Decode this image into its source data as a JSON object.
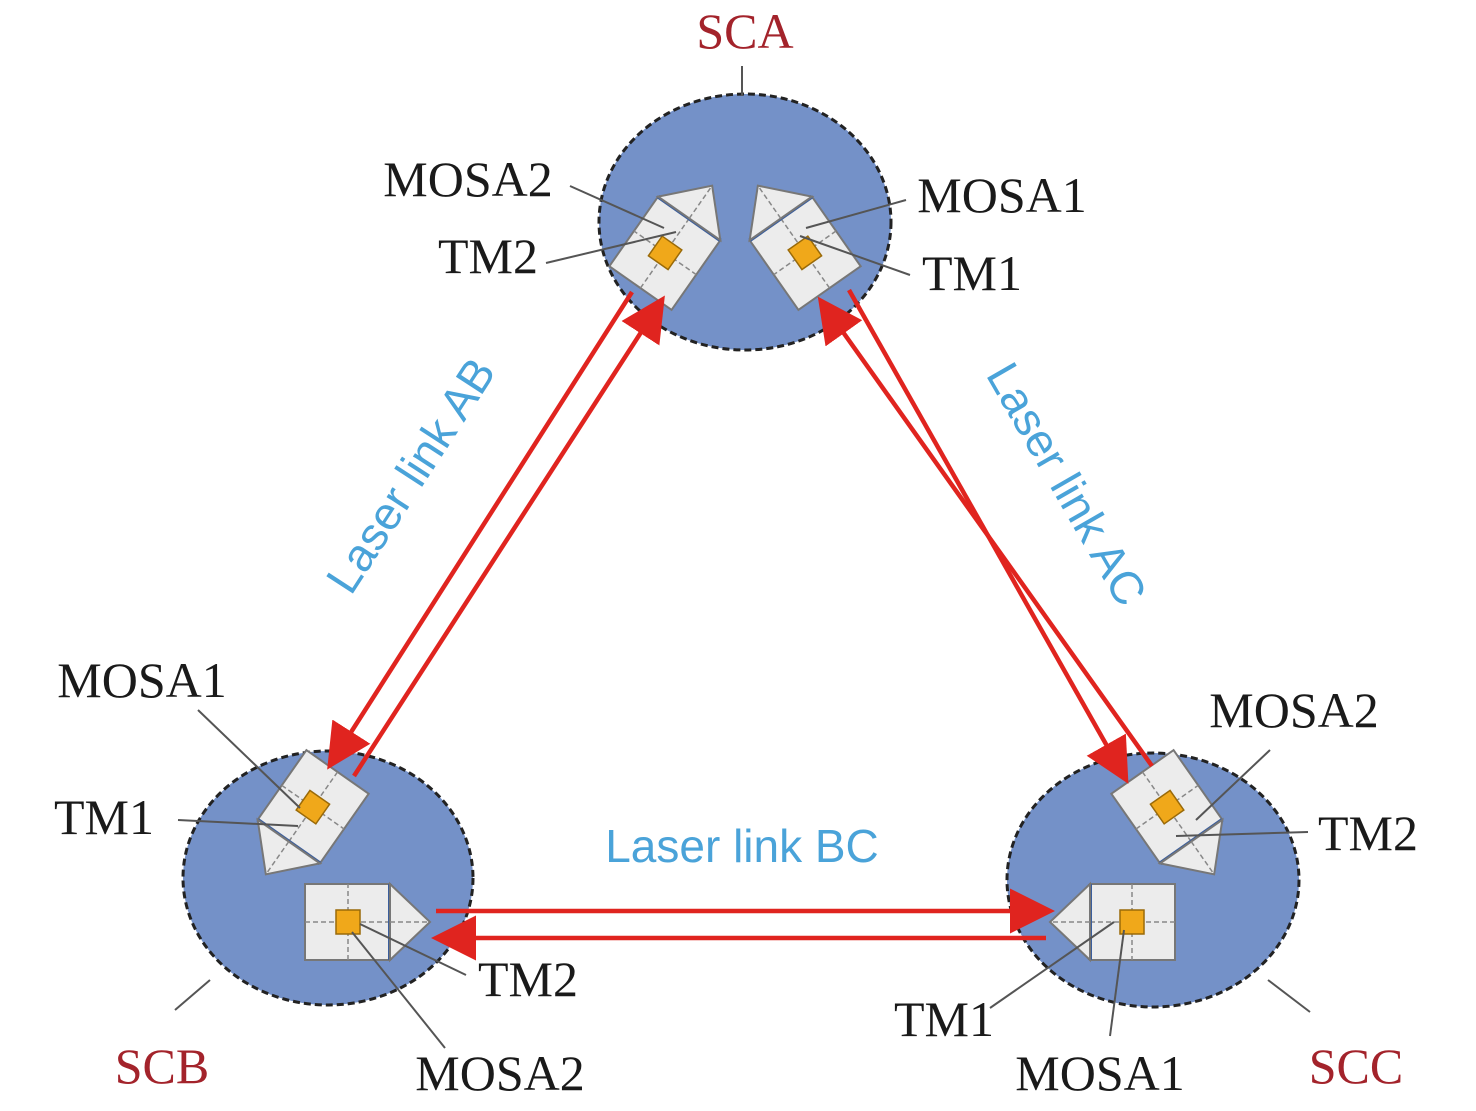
{
  "spacecraft": {
    "a": {
      "name": "SCA",
      "mosa1": "MOSA1",
      "tm1": "TM1",
      "mosa2": "MOSA2",
      "tm2": "TM2"
    },
    "b": {
      "name": "SCB",
      "mosa1": "MOSA1",
      "tm1": "TM1",
      "mosa2": "MOSA2",
      "tm2": "TM2"
    },
    "c": {
      "name": "SCC",
      "mosa1": "MOSA1",
      "tm1": "TM1",
      "mosa2": "MOSA2",
      "tm2": "TM2"
    }
  },
  "links": {
    "ab": "Laser link AB",
    "ac": "Laser link AC",
    "bc": "Laser link BC"
  },
  "colors": {
    "spacecraft_fill": "#7491c8",
    "beam": "#e0241f",
    "link_label": "#4aa3d9",
    "spacecraft_label": "#a3232b",
    "test_mass": "#f0a81a"
  }
}
